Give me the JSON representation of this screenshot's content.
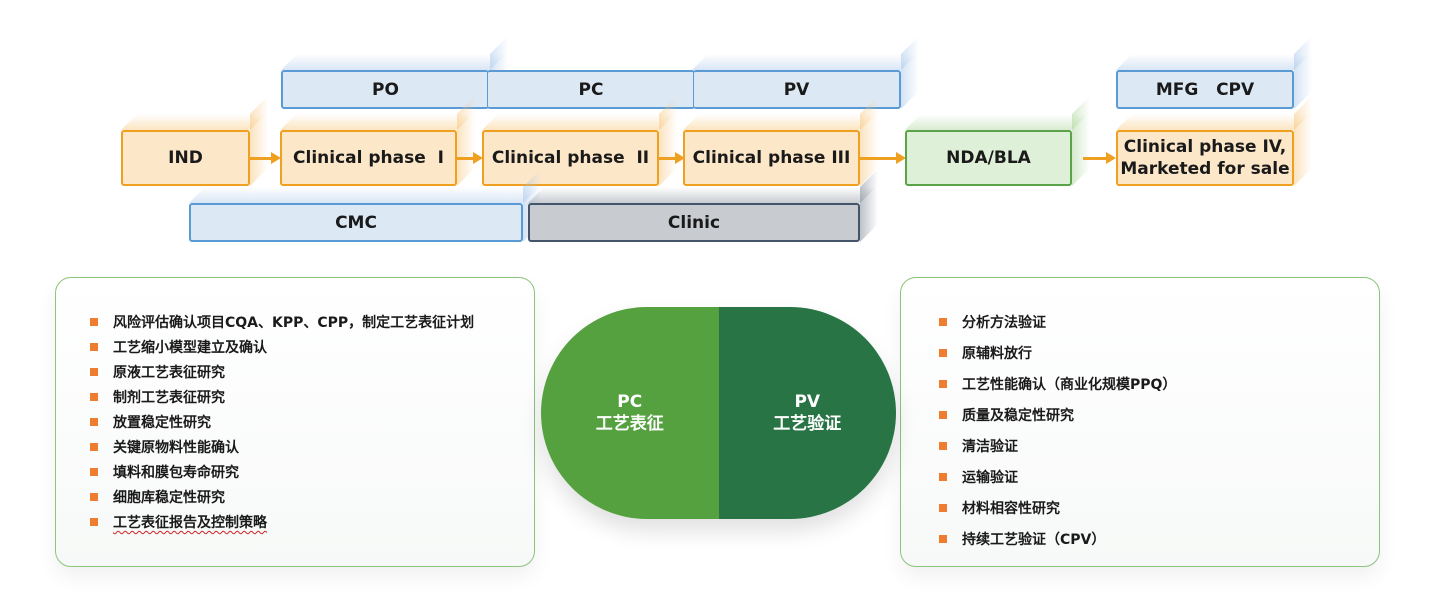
{
  "top_row": {
    "po": "PO",
    "pc": "PC",
    "pv": "PV",
    "mfg_cpv": "MFG   CPV"
  },
  "phases": [
    {
      "label": "IND",
      "color": "#f0a020"
    },
    {
      "label": "Clinical phase  I",
      "color": "#f0a020"
    },
    {
      "label": "Clinical phase  II",
      "color": "#f0a020"
    },
    {
      "label": "Clinical phase III",
      "color": "#f0a020"
    },
    {
      "label": "NDA/BLA",
      "color": "#5aa348"
    },
    {
      "label": "Clinical phase IV,\nMarketed for sale",
      "label_line1": "Clinical phase IV,",
      "label_line2": "Marketed for sale",
      "color": "#f0a020"
    }
  ],
  "bottom_row": {
    "cmc": "CMC",
    "clinic": "Clinic"
  },
  "center_pill": {
    "pc": {
      "title": "PC",
      "subtitle": "工艺表征",
      "color": "#55a140"
    },
    "pv": {
      "title": "PV",
      "subtitle": "工艺验证",
      "color": "#287444"
    }
  },
  "left_panel": {
    "items": [
      "风险评估确认项目CQA、KPP、CPP，制定工艺表征计划",
      "工艺缩小模型建立及确认",
      "原液工艺表征研究",
      "制剂工艺表征研究",
      "放置稳定性研究",
      "关键原物料性能确认",
      "填料和膜包寿命研究",
      "细胞库稳定性研究",
      "工艺表征报告及控制策略"
    ]
  },
  "right_panel": {
    "items": [
      "分析方法验证",
      "原辅料放行",
      "工艺性能确认（商业化规模PPQ）",
      "质量及稳定性研究",
      "清洁验证",
      "运输验证",
      "材料相容性研究",
      "持续工艺验证（CPV）"
    ]
  },
  "colors": {
    "bullet": "#ee7d30",
    "arrow": "#f0a020",
    "blue_border": "#5b9bd5",
    "gray_border": "#44546a",
    "panel_border": "#8cc47a"
  }
}
